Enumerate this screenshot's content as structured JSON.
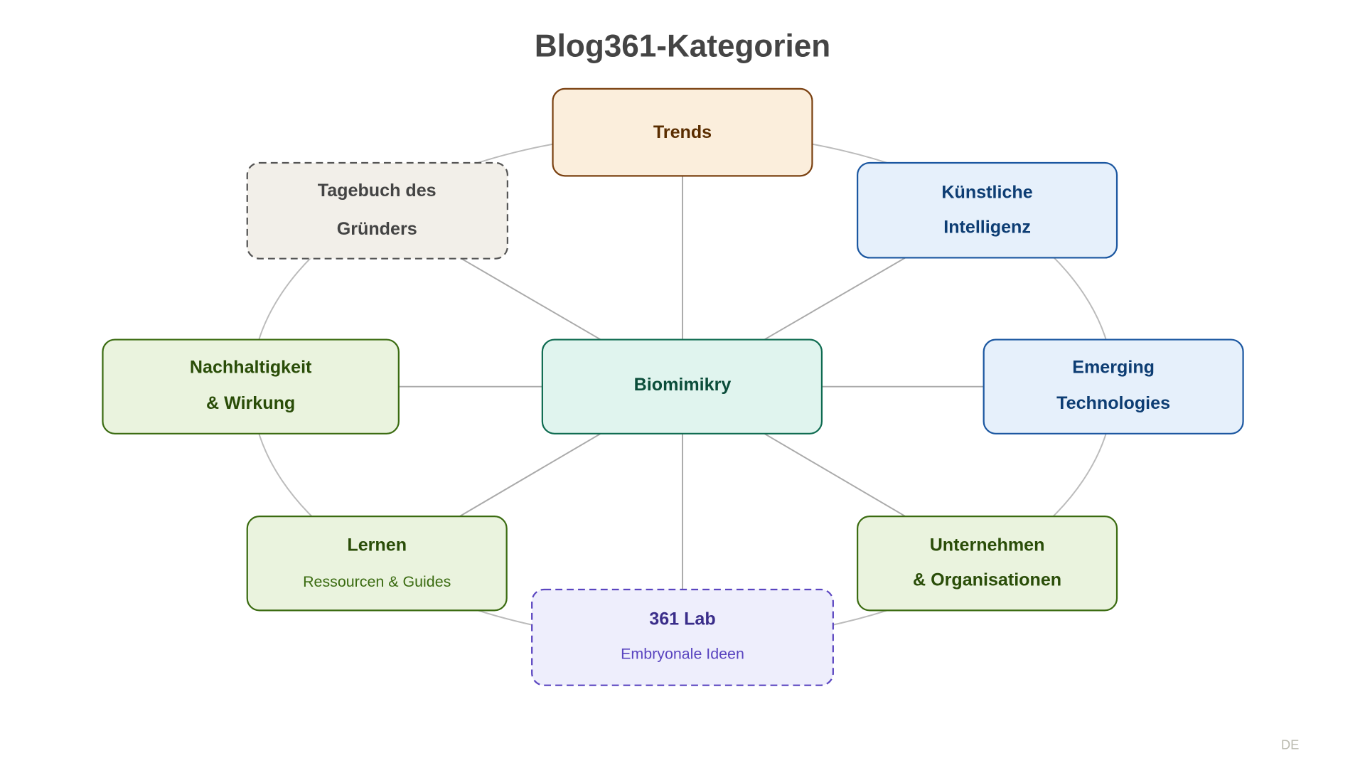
{
  "title": "Blog361-Kategorien",
  "center": {
    "label": "Biomimikry"
  },
  "nodes": {
    "trends": {
      "line1": "Trends"
    },
    "tagebuch": {
      "line1": "Tagebuch des",
      "line2": "Gründers"
    },
    "ki": {
      "line1": "Künstliche",
      "line2": "Intelligenz"
    },
    "nachhaltigkeit": {
      "line1": "Nachhaltigkeit",
      "line2": "& Wirkung"
    },
    "emerging": {
      "line1": "Emerging",
      "line2": "Technologies"
    },
    "lernen": {
      "line1": "Lernen",
      "subtitle": "Ressourcen & Guides"
    },
    "unternehmen": {
      "line1": "Unternehmen",
      "line2": "& Organisationen"
    },
    "lab": {
      "line1": "361 Lab",
      "subtitle": "Embryonale Ideen"
    }
  },
  "language": "DE",
  "colors": {
    "orange": "#7a4010",
    "gray": "#555555",
    "blue": "#1a56a0",
    "green": "#3a6b10",
    "teal": "#0e6b50",
    "purple": "#5a45c0"
  }
}
